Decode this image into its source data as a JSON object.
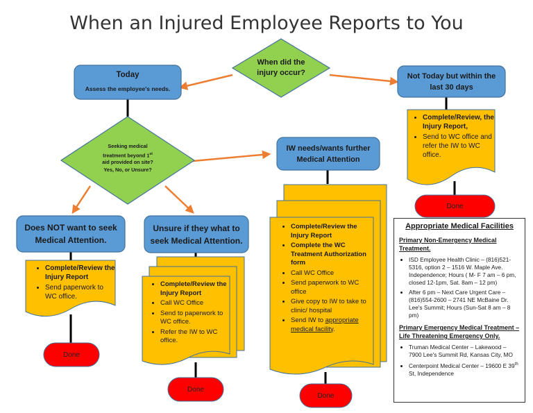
{
  "title": "When an Injured Employee Reports to You",
  "question": {
    "line1": "When did the",
    "line2": "injury occur?"
  },
  "today": {
    "title": "Today",
    "subtitle": "Assess the employee's needs."
  },
  "not_today": {
    "line1": "Not Today but within the",
    "line2": "last 30 days"
  },
  "not_today_list": [
    "Complete/Review, the Injury Report,",
    "Send to WC office and refer the IW to WC office."
  ],
  "seeking": {
    "line1": "Seeking medical",
    "line2_prefix": "treatment beyond 1",
    "line2_sup": "st",
    "line3": "aid provided on site?",
    "line4": "Yes, No, or Unsure?"
  },
  "further": {
    "line1": "IW needs/wants further",
    "line2": "Medical Attention"
  },
  "further_list": [
    "Complete/Review the Injury Report",
    "Complete the WC Treatment Authorization form",
    "Call WC Office",
    "Send paperwork to WC office",
    "Give copy to IW to take to clinic/ hospital"
  ],
  "further_last": {
    "prefix": "Send IW to ",
    "link": "appropriate medical facility",
    "suffix": "."
  },
  "not_want": {
    "line1": "Does NOT want to seek",
    "line2": "Medical Attention."
  },
  "not_want_list": [
    "Complete/Review the Injury Report",
    "Send paperwork to WC office."
  ],
  "unsure": {
    "line1": "Unsure if they what to",
    "line2": "seek Medical Attention."
  },
  "unsure_list": [
    "Complete/Review the Injury Report",
    "Call WC Office",
    "Send to paperwork to WC office.",
    "Refer the IW to WC office."
  ],
  "done_label": "Done",
  "facilities": {
    "title": "Appropriate Medical Facilities",
    "nonemergency_heading": "Primary Non-Emergency Medical Treatment.",
    "nonemergency_items": [
      "ISD Employee Health Clinic – (816)521-5316, option 2 – 1516 W. Maple Ave. Independence; Hours ( M- F 7 am – 6 pm, closed 12-1pm, Sat. 8am – 12 pm)",
      "After 6 pm – Next Care Urgent Care – (816)554-2600 – 2741 NE McBaine Dr. Lee's Summit; Hours (Sun-Sat 8 am – 8 pm)"
    ],
    "emergency_heading": "Primary Emergency Medical Treatment – Life Threatening Emergency Only.",
    "emergency_item1": "Truman Medical Center – Lakewood – 7900 Lee's Summit Rd, Kansas City, MO",
    "emergency_item2_prefix": "Centerpoint Medical Center – 19600 E 39",
    "emergency_item2_sup": "th",
    "emergency_item2_suffix": " St, Independence"
  },
  "colors": {
    "blue": "#5b9bd5",
    "green": "#92d050",
    "orange": "#ffc000",
    "red": "#ff0000",
    "arrow": "#ed7d31",
    "stroke": "#41719c"
  }
}
